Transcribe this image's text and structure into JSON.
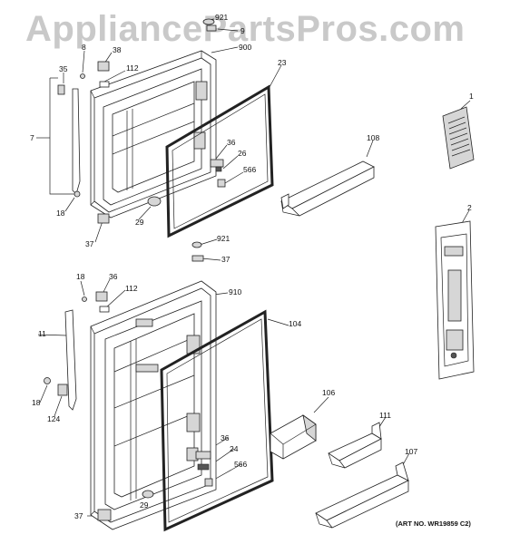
{
  "watermark": "AppliancePartsPros.com",
  "art_number": "(ART NO. WR19859 C2)",
  "callouts": {
    "c921a": "921",
    "c9": "9",
    "c900": "900",
    "c8a": "8",
    "c38": "38",
    "c35": "35",
    "c112a": "112",
    "c23": "23",
    "c7": "7",
    "c36a": "36",
    "c26": "26",
    "c566a": "566",
    "c108": "108",
    "c1": "1",
    "c18a": "18",
    "c29a": "29",
    "c37a": "37",
    "c2": "2",
    "c921b": "921",
    "c37b": "37",
    "c18b": "18",
    "c36b": "36",
    "c112b": "112",
    "c910": "910",
    "c104": "104",
    "c11": "11",
    "c106": "106",
    "c18c": "18",
    "c124": "124",
    "c111": "111",
    "c36c": "36",
    "c24": "24",
    "c566b": "566",
    "c107": "107",
    "c29b": "29",
    "c37c": "37"
  }
}
